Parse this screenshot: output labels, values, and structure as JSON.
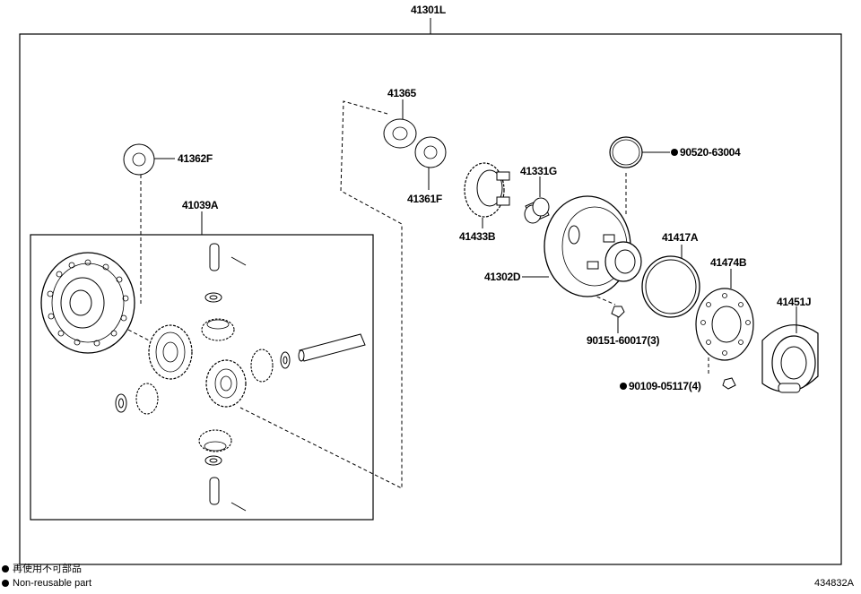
{
  "assembly_label": "41301L",
  "subassembly_label": "41039A",
  "parts": {
    "p41365": "41365",
    "p41362F": "41362F",
    "p41361F": "41361F",
    "p41433B": "41433B",
    "p41331G": "41331G",
    "p41302D": "41302D",
    "p90520": "90520-63004",
    "p41417A": "41417A",
    "p41474B": "41474B",
    "p41451J": "41451J",
    "p90151": "90151-60017(3)",
    "p90109": "90109-05117(4)"
  },
  "legend": {
    "chinese": "再使用不可部品",
    "english": "Non-reusable part"
  },
  "figure_code": "434832A"
}
